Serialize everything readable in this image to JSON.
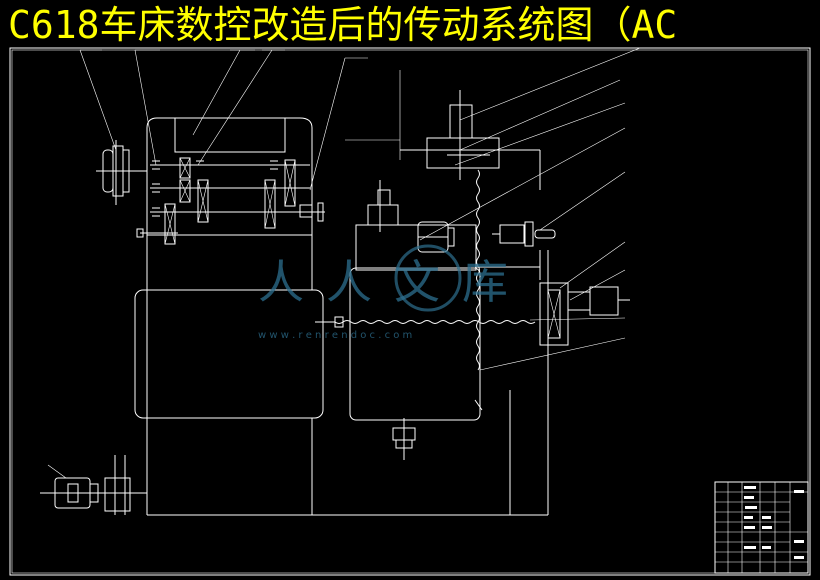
{
  "title": "C618车床数控改造后的传动系统图（AC",
  "watermark": {
    "text": "人人文库",
    "url": "w w w . r e n r e n d o c . c o m"
  },
  "colors": {
    "background": "#000000",
    "title": "#ffff00",
    "lines": "#ffffff",
    "watermark": "#2d6f8f"
  }
}
